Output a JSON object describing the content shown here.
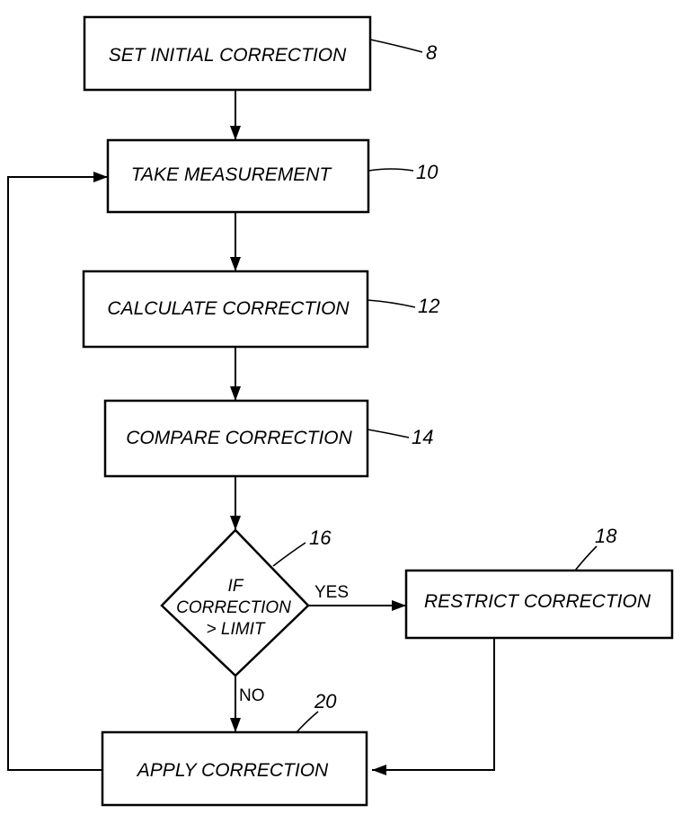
{
  "steps": {
    "set_initial": {
      "label": "SET INITIAL CORRECTION",
      "ref": "8"
    },
    "take_measurement": {
      "label": "TAKE MEASUREMENT",
      "ref": "10"
    },
    "calculate": {
      "label": "CALCULATE CORRECTION",
      "ref": "12"
    },
    "compare": {
      "label": "COMPARE CORRECTION",
      "ref": "14"
    },
    "decision": {
      "line1": "IF",
      "line2": "CORRECTION",
      "line3": "> LIMIT",
      "ref": "16"
    },
    "restrict": {
      "label": "RESTRICT CORRECTION",
      "ref": "18"
    },
    "apply": {
      "label": "APPLY CORRECTION",
      "ref": "20"
    }
  },
  "branches": {
    "yes": "YES",
    "no": "NO"
  }
}
